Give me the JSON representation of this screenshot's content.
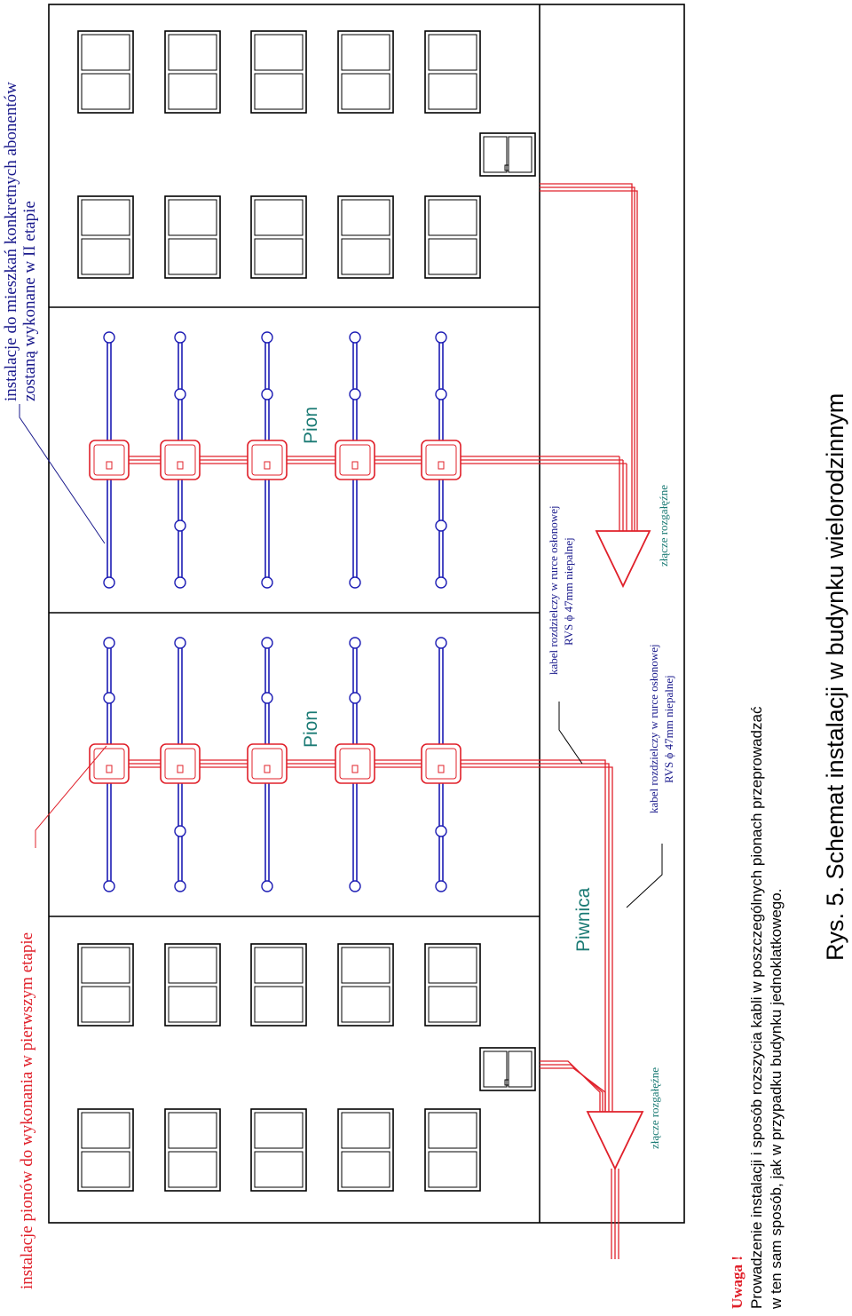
{
  "labels": {
    "phase1": "instalacje pionów do wykonania w pierwszym etapie",
    "phase2_line1": "instalacje do mieszkań konkretnych abonentów",
    "phase2_line2": "zostaną wykonane w II etapie",
    "pion_top": "Pion",
    "pion_mid": "Pion",
    "piwnica": "Piwnica",
    "cable_upper_line1": "kabel rozdzielczy w rurce osłonowej",
    "cable_upper_line2": "RVS ϕ 47mm niepalnej",
    "cable_lower_line1": "kabel rozdzielczy w rurce osłonowej",
    "cable_lower_line2": "RVS ϕ 47mm niepalnej",
    "joint_upper": "złącze rozgałęźne",
    "joint_lower": "złącze rozgałęźne",
    "warning_title": "Uwaga !",
    "warning_line1": "Prowadzenie instalacji i sposób rozszycia kabli w poszczególnych pionach przeprowadzać",
    "warning_line2": "w ten sam sposób, jak w przypadku budynku jednoklatkowego.",
    "caption": "Rys. 5. Schemat instalacji w budynku wielorodzinnym"
  },
  "colors": {
    "red": "#e0202a",
    "blue": "#1c1cb4",
    "teal": "#1a7a74",
    "navy": "#1a1a8c",
    "black": "#000000"
  }
}
